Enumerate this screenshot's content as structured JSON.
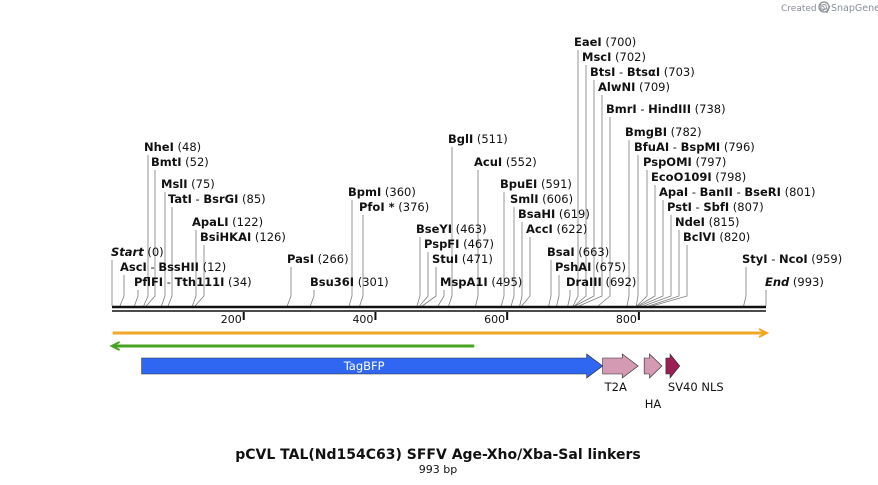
{
  "credit": {
    "prefix": "Created by",
    "brand": "SnapGene"
  },
  "title": "pCVL TAL(Nd154C63) SFFV Age-Xho/Xba-Sal linkers",
  "subtitle": "993 bp",
  "sequence_length": 993,
  "ruler": {
    "ticks": [
      200,
      400,
      600,
      800
    ]
  },
  "sites": [
    {
      "names": [
        "Start"
      ],
      "pos": "(0)",
      "site": 0,
      "italic": true
    },
    {
      "names": [
        "End"
      ],
      "pos": "(993)",
      "site": 993,
      "italic": true
    },
    {
      "names": [
        "AscI",
        "BssHII"
      ],
      "pos": "(12)",
      "site": 12
    },
    {
      "names": [
        "PflFI",
        "Tth111I"
      ],
      "pos": "(34)",
      "site": 34
    },
    {
      "names": [
        "NheI"
      ],
      "pos": "(48)",
      "site": 48
    },
    {
      "names": [
        "BmtI"
      ],
      "pos": "(52)",
      "site": 52
    },
    {
      "names": [
        "MslI"
      ],
      "pos": "(75)",
      "site": 75
    },
    {
      "names": [
        "TatI",
        "BsrGI"
      ],
      "pos": "(85)",
      "site": 85
    },
    {
      "names": [
        "ApaLI"
      ],
      "pos": "(122)",
      "site": 122
    },
    {
      "names": [
        "BsiHKAI"
      ],
      "pos": "(126)",
      "site": 126
    },
    {
      "names": [
        "PasI"
      ],
      "pos": "(266)",
      "site": 266
    },
    {
      "names": [
        "Bsu36I"
      ],
      "pos": "(301)",
      "site": 301
    },
    {
      "names": [
        "BpmI"
      ],
      "pos": "(360)",
      "site": 360
    },
    {
      "names": [
        "PfoI *"
      ],
      "pos": "(376)",
      "site": 376
    },
    {
      "names": [
        "BseYI"
      ],
      "pos": "(463)",
      "site": 463
    },
    {
      "names": [
        "PspFI"
      ],
      "pos": "(467)",
      "site": 467
    },
    {
      "names": [
        "StuI"
      ],
      "pos": "(471)",
      "site": 471
    },
    {
      "names": [
        "MspA1I"
      ],
      "pos": "(495)",
      "site": 495
    },
    {
      "names": [
        "BglI"
      ],
      "pos": "(511)",
      "site": 511
    },
    {
      "names": [
        "AcuI"
      ],
      "pos": "(552)",
      "site": 552
    },
    {
      "names": [
        "BpuEI"
      ],
      "pos": "(591)",
      "site": 591
    },
    {
      "names": [
        "SmlI"
      ],
      "pos": "(606)",
      "site": 606
    },
    {
      "names": [
        "BsaHI"
      ],
      "pos": "(619)",
      "site": 619
    },
    {
      "names": [
        "AccI"
      ],
      "pos": "(622)",
      "site": 622
    },
    {
      "names": [
        "BsaI"
      ],
      "pos": "(663)",
      "site": 663
    },
    {
      "names": [
        "PshAI"
      ],
      "pos": "(675)",
      "site": 675
    },
    {
      "names": [
        "DraIII"
      ],
      "pos": "(692)",
      "site": 692
    },
    {
      "names": [
        "EaeI"
      ],
      "pos": "(700)",
      "site": 700
    },
    {
      "names": [
        "MscI"
      ],
      "pos": "(702)",
      "site": 702
    },
    {
      "names": [
        "BtsI",
        "BtsαI"
      ],
      "pos": "(703)",
      "site": 703
    },
    {
      "names": [
        "AlwNI"
      ],
      "pos": "(709)",
      "site": 709
    },
    {
      "names": [
        "BmrI",
        "HindIII"
      ],
      "pos": "(738)",
      "site": 738
    },
    {
      "names": [
        "BmgBI"
      ],
      "pos": "(782)",
      "site": 782
    },
    {
      "names": [
        "BfuAI",
        "BspMI"
      ],
      "pos": "(796)",
      "site": 796
    },
    {
      "names": [
        "PspOMI"
      ],
      "pos": "(797)",
      "site": 797
    },
    {
      "names": [
        "EcoO109I"
      ],
      "pos": "(798)",
      "site": 798
    },
    {
      "names": [
        "ApaI",
        "BanII",
        "BseRI"
      ],
      "pos": "(801)",
      "site": 801
    },
    {
      "names": [
        "PstI",
        "SbfI"
      ],
      "pos": "(807)",
      "site": 807
    },
    {
      "names": [
        "NdeI"
      ],
      "pos": "(815)",
      "site": 815
    },
    {
      "names": [
        "BclVI"
      ],
      "pos": "(820)",
      "site": 820
    },
    {
      "names": [
        "StyI",
        "NcoI"
      ],
      "pos": "(959)",
      "site": 959
    }
  ],
  "features": [
    {
      "name": "TagBFP",
      "start": 45,
      "end": 745,
      "color": "#2f66f2",
      "direction": "forward",
      "label_inside": true
    },
    {
      "name": "T2A",
      "start": 745,
      "end": 799,
      "color": "#d49ab3",
      "direction": "forward"
    },
    {
      "name": "HA",
      "start": 808,
      "end": 835,
      "color": "#d49ab3",
      "direction": "forward"
    },
    {
      "name": "SV40 NLS",
      "start": 841,
      "end": 862,
      "color": "#9b1f54",
      "direction": "forward"
    }
  ],
  "orf_bars": [
    {
      "start": 1,
      "end": 993,
      "color": "#f0a826",
      "direction": "forward"
    },
    {
      "start": 1,
      "end": 550,
      "color": "#45a321",
      "direction": "reverse"
    }
  ]
}
